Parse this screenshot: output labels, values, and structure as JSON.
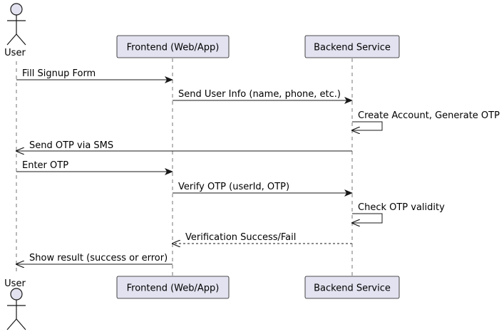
{
  "participants": [
    {
      "id": "user",
      "label": "User",
      "kind": "actor"
    },
    {
      "id": "frontend",
      "label": "Frontend (Web/App)",
      "kind": "participant"
    },
    {
      "id": "backend",
      "label": "Backend Service",
      "kind": "participant"
    }
  ],
  "messages": [
    {
      "from": "user",
      "to": "frontend",
      "text": "Fill Signup Form",
      "style": "solid"
    },
    {
      "from": "frontend",
      "to": "backend",
      "text": "Send User Info (name, phone, etc.)",
      "style": "solid"
    },
    {
      "from": "backend",
      "to": "backend",
      "text": "Create Account, Generate OTP",
      "style": "solid"
    },
    {
      "from": "backend",
      "to": "user",
      "text": "Send OTP via SMS",
      "style": "solid"
    },
    {
      "from": "user",
      "to": "frontend",
      "text": "Enter OTP",
      "style": "solid"
    },
    {
      "from": "frontend",
      "to": "backend",
      "text": "Verify OTP (userId, OTP)",
      "style": "solid"
    },
    {
      "from": "backend",
      "to": "backend",
      "text": "Check OTP validity",
      "style": "solid"
    },
    {
      "from": "backend",
      "to": "frontend",
      "text": "Verification Success/Fail",
      "style": "dashed"
    },
    {
      "from": "frontend",
      "to": "user",
      "text": "Show result (success or error)",
      "style": "solid"
    }
  ],
  "colors": {
    "participant_fill": "#e2e2f0",
    "stroke": "#181818",
    "lifeline": "#181818"
  }
}
